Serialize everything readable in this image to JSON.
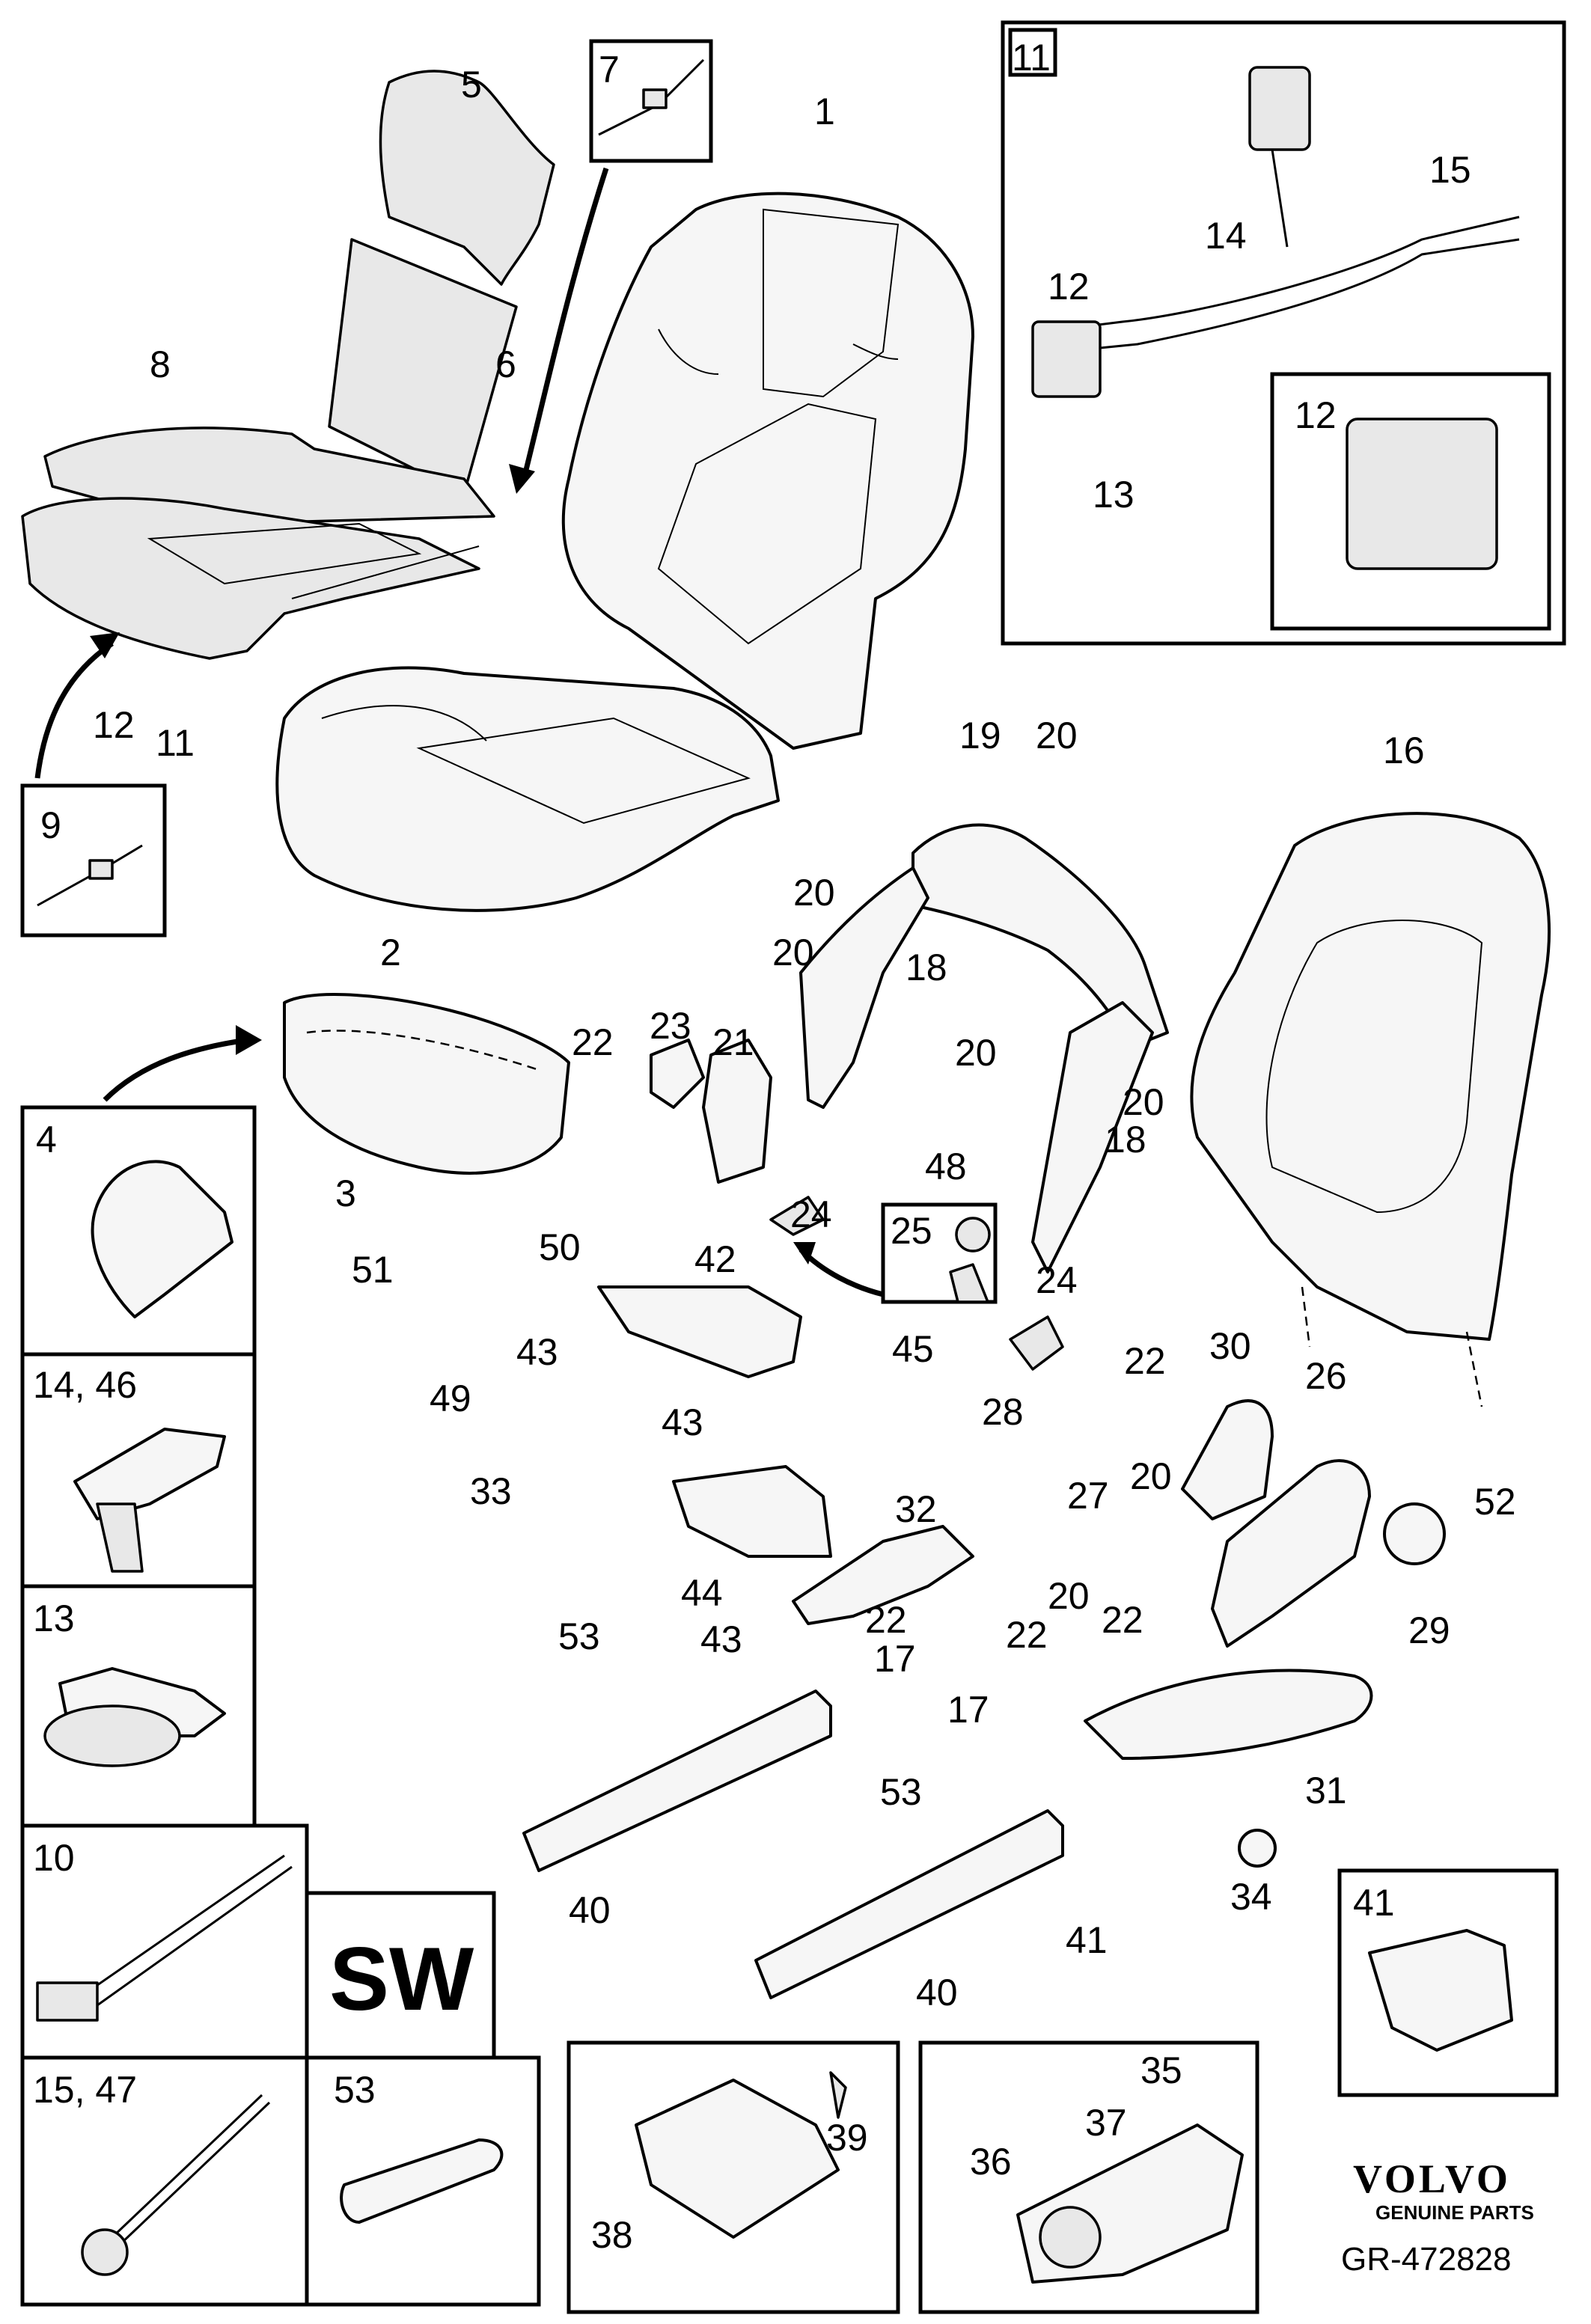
{
  "labels": [
    {
      "id": "l1",
      "text": "1"
    },
    {
      "id": "l2",
      "text": "2"
    },
    {
      "id": "l3",
      "text": "3"
    },
    {
      "id": "l5",
      "text": "5"
    },
    {
      "id": "l6",
      "text": "6"
    },
    {
      "id": "l8",
      "text": "8"
    },
    {
      "id": "l11a",
      "text": "11"
    },
    {
      "id": "l12a",
      "text": "12"
    },
    {
      "id": "l12b",
      "text": "12"
    },
    {
      "id": "l12c",
      "text": "12"
    },
    {
      "id": "l13a",
      "text": "13"
    },
    {
      "id": "l14a",
      "text": "14"
    },
    {
      "id": "l15a",
      "text": "15"
    },
    {
      "id": "l16",
      "text": "16"
    },
    {
      "id": "l17a",
      "text": "17"
    },
    {
      "id": "l17b",
      "text": "17"
    },
    {
      "id": "l18a",
      "text": "18"
    },
    {
      "id": "l18b",
      "text": "18"
    },
    {
      "id": "l19",
      "text": "19"
    },
    {
      "id": "l20a",
      "text": "20"
    },
    {
      "id": "l20b",
      "text": "20"
    },
    {
      "id": "l20c",
      "text": "20"
    },
    {
      "id": "l20d",
      "text": "20"
    },
    {
      "id": "l20e",
      "text": "20"
    },
    {
      "id": "l20f",
      "text": "20"
    },
    {
      "id": "l20g",
      "text": "20"
    },
    {
      "id": "l21",
      "text": "21"
    },
    {
      "id": "l22a",
      "text": "22"
    },
    {
      "id": "l22b",
      "text": "22"
    },
    {
      "id": "l22c",
      "text": "22"
    },
    {
      "id": "l22d",
      "text": "22"
    },
    {
      "id": "l22e",
      "text": "22"
    },
    {
      "id": "l23",
      "text": "23"
    },
    {
      "id": "l24a",
      "text": "24"
    },
    {
      "id": "l24b",
      "text": "24"
    },
    {
      "id": "l26",
      "text": "26"
    },
    {
      "id": "l27",
      "text": "27"
    },
    {
      "id": "l28",
      "text": "28"
    },
    {
      "id": "l29",
      "text": "29"
    },
    {
      "id": "l30",
      "text": "30"
    },
    {
      "id": "l31",
      "text": "31"
    },
    {
      "id": "l32",
      "text": "32"
    },
    {
      "id": "l33",
      "text": "33"
    },
    {
      "id": "l34",
      "text": "34"
    },
    {
      "id": "l40a",
      "text": "40"
    },
    {
      "id": "l40b",
      "text": "40"
    },
    {
      "id": "l41a",
      "text": "41"
    },
    {
      "id": "l42",
      "text": "42"
    },
    {
      "id": "l43a",
      "text": "43"
    },
    {
      "id": "l43b",
      "text": "43"
    },
    {
      "id": "l43c",
      "text": "43"
    },
    {
      "id": "l44",
      "text": "44"
    },
    {
      "id": "l45",
      "text": "45"
    },
    {
      "id": "l48",
      "text": "48"
    },
    {
      "id": "l49",
      "text": "49"
    },
    {
      "id": "l50",
      "text": "50"
    },
    {
      "id": "l51",
      "text": "51"
    },
    {
      "id": "l52",
      "text": "52"
    },
    {
      "id": "l53a",
      "text": "53"
    },
    {
      "id": "l53b",
      "text": "53"
    },
    {
      "id": "l36",
      "text": "36"
    },
    {
      "id": "l37",
      "text": "37"
    },
    {
      "id": "l35",
      "text": "35"
    },
    {
      "id": "l38",
      "text": "38"
    },
    {
      "id": "l39",
      "text": "39"
    }
  ],
  "boxes": {
    "b7": "7",
    "b9": "9",
    "b4": "4",
    "b1446": "14, 46",
    "b13": "13",
    "b10": "10",
    "b1547": "15, 47",
    "b53": "53",
    "b25": "25",
    "b11": "11",
    "b12": "12",
    "b41": "41"
  },
  "sw_label": "SW",
  "brand": {
    "name": "VOLVO",
    "sub": "GENUINE PARTS"
  },
  "reference": "GR-472828"
}
